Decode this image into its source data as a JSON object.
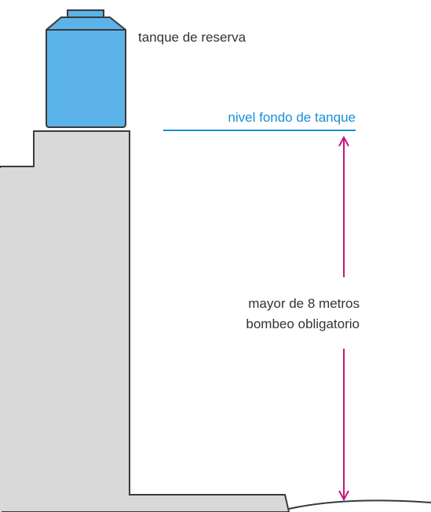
{
  "diagram": {
    "labels": {
      "tank": "tanque de reserva",
      "tank_bottom_level": "nivel fondo de tanque",
      "height_line1": "mayor de 8 metros",
      "height_line2": "bombeo obligatorio"
    },
    "colors": {
      "background": "#ffffff",
      "building_fill": "#d9d9d9",
      "building_stroke": "#3a3a3a",
      "tank_fill": "#5bb3ea",
      "tank_stroke": "#3a3a3a",
      "level_line": "#1a8fd6",
      "level_text": "#1a8fd6",
      "arrow": "#c4177a",
      "text": "#333333"
    }
  }
}
